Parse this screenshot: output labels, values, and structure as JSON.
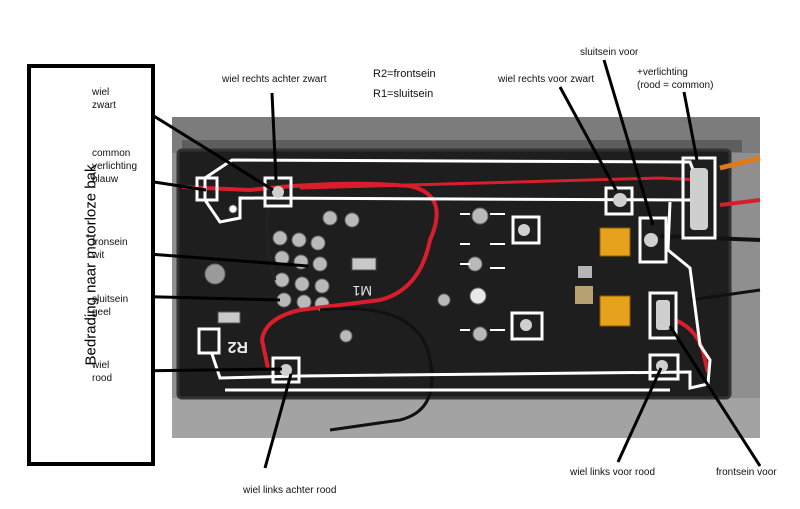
{
  "side_label": "Bedrading naar motorloze bak",
  "legend": {
    "r2": "R2=frontsein",
    "r1": "R1=sluitsein"
  },
  "labels": {
    "wiel_zwart_1": "wiel",
    "wiel_zwart_2": "zwart",
    "common_1": "common",
    "common_2": "verlichting",
    "common_3": "blauw",
    "fronsein_1": "fronsein",
    "fronsein_2": "wit",
    "sluitsein_1": "sluitsein",
    "sluitsein_2": "geel",
    "wiel_rood_1": "wiel",
    "wiel_rood_2": "rood",
    "wiel_rechts_achter_zwart": "wiel rechts achter zwart",
    "wiel_rechts_voor_zwart": "wiel rechts voor zwart",
    "sluitsein_voor": "sluitsein voor",
    "verlichting_1": "+verlichting",
    "verlichting_2": "(rood = common)",
    "wiel_links_achter_rood": "wiel links achter rood",
    "wiel_links_voor_rood": "wiel links voor rood",
    "frontsein_voor": "frontsein voor"
  },
  "board_markings": {
    "r2": "R2",
    "m1": "M1"
  },
  "colors": {
    "wire_red": "#d81e2c",
    "wire_black": "#111111",
    "wire_orange": "#e07a18",
    "pcb": "#1c1c1c",
    "housing": "#8d8d8d",
    "cap_orange": "#e6a21a",
    "trace_outline": "#ffffff"
  }
}
